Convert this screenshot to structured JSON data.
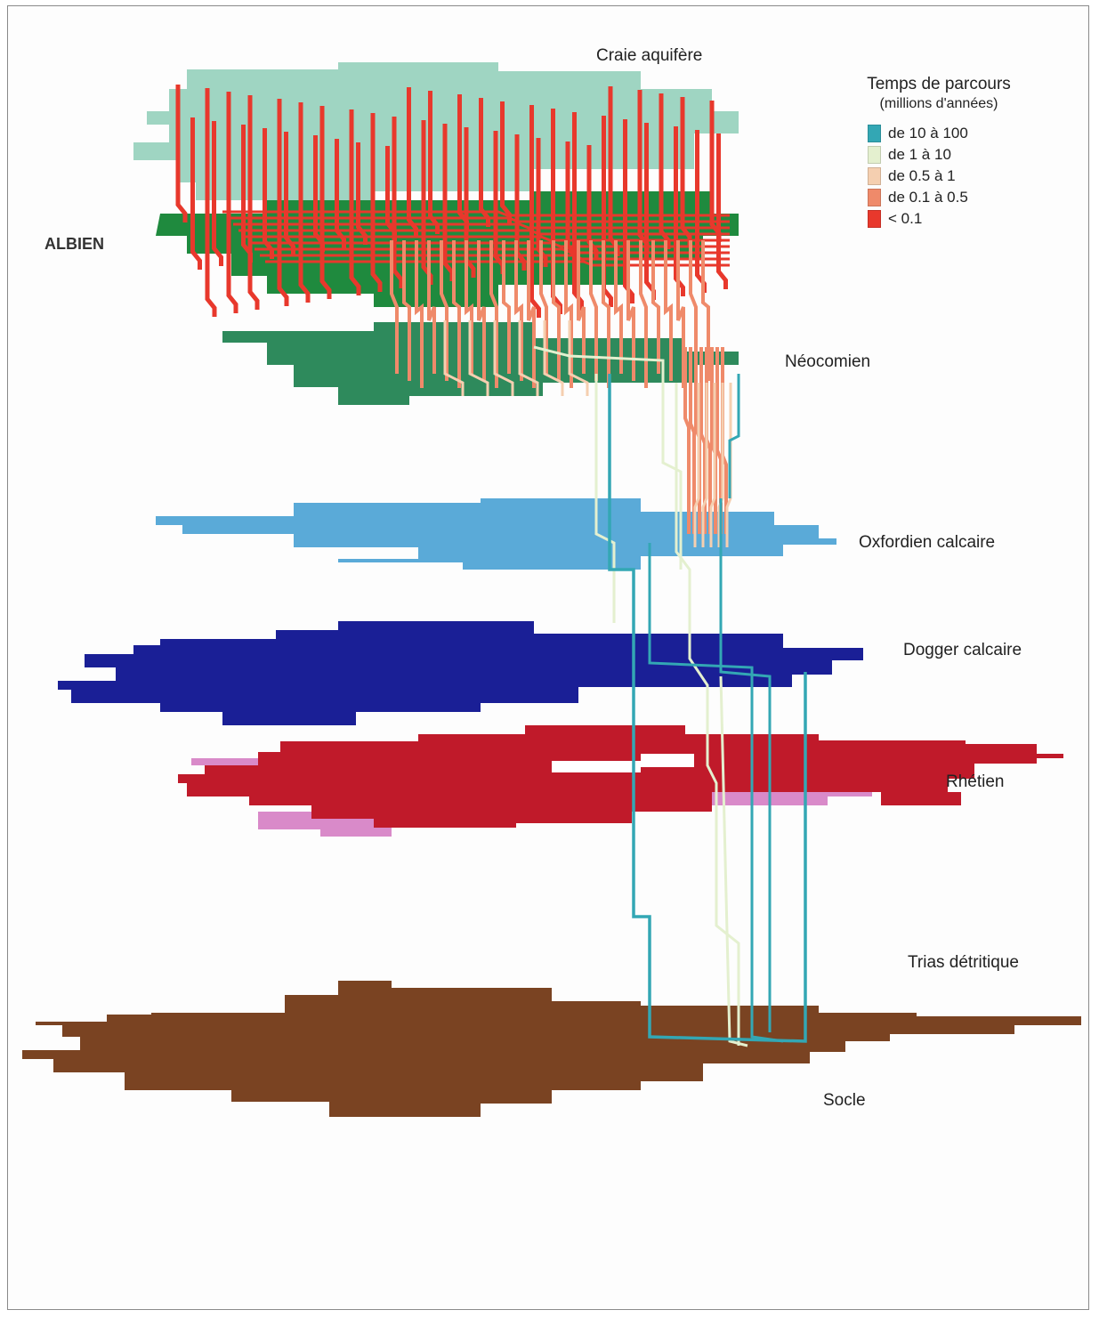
{
  "layers": [
    {
      "id": "craie",
      "name": "Craie aquifère",
      "color": "#9fd5c2"
    },
    {
      "id": "albien",
      "name": "ALBIEN",
      "color": "#1f8a3e"
    },
    {
      "id": "neocomien",
      "name": "Néocomien",
      "color": "#2e8a5c"
    },
    {
      "id": "oxfordien",
      "name": "Oxfordien calcaire",
      "color": "#5aaad8"
    },
    {
      "id": "dogger",
      "name": "Dogger calcaire",
      "color": "#1a1f96"
    },
    {
      "id": "rhetien",
      "name": "Rhétien",
      "color": "#d98ac9"
    },
    {
      "id": "trias",
      "name": "Trias détritique",
      "color": "#c01a2a"
    },
    {
      "id": "socle",
      "name": "Socle",
      "color": "#7a4322"
    }
  ],
  "legend": {
    "title": "Temps de parcours",
    "subtitle": "(millions d'années)",
    "items": [
      {
        "label": "de 10 à 100",
        "color": "#33a7b4"
      },
      {
        "label": "de 1 à 10",
        "color": "#e4f0cf"
      },
      {
        "label": "de 0.5 à 1",
        "color": "#f5cfb0"
      },
      {
        "label": "de 0.1 à 0.5",
        "color": "#ef8a6a"
      },
      {
        "label": "< 0.1",
        "color": "#e8382c"
      }
    ]
  }
}
